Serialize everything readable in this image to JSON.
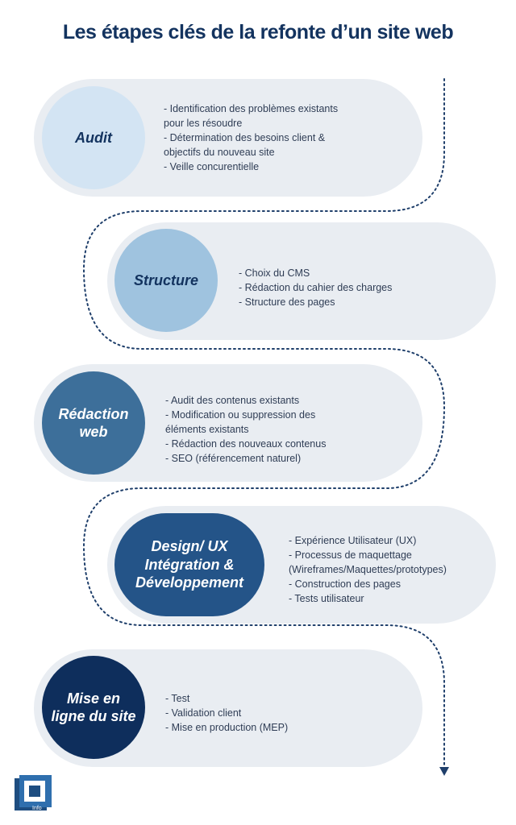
{
  "title": "Les étapes clés de la refonte d’un site web",
  "steps": [
    {
      "name": "Audit",
      "items": [
        "- Identification des problèmes existants pour les résoudre",
        "- Détermination des besoins client & objectifs du nouveau site",
        "- Veille concurentielle"
      ]
    },
    {
      "name": "Structure",
      "items": [
        "- Choix du CMS",
        "- Rédaction du cahier des charges",
        "- Structure des pages"
      ]
    },
    {
      "name": "Rédaction web",
      "items": [
        "- Audit des contenus existants",
        "- Modification ou suppression des éléments existants",
        "- Rédaction des nouveaux contenus",
        "- SEO (référencement naturel)"
      ]
    },
    {
      "name": "Design/ UX Intégration & Développement",
      "items": [
        "- Expérience Utilisateur (UX)",
        "- Processus de maquettage (Wireframes/Maquettes/prototypes)",
        "- Construction des pages",
        "- Tests utilisateur"
      ]
    },
    {
      "name": "Mise en ligne du site",
      "items": [
        "- Test",
        "- Validation client",
        "- Mise en production (MEP)"
      ]
    }
  ],
  "logo": {
    "text": "Info",
    "color": "#1e4d80"
  },
  "colors": {
    "title": "#13335f",
    "pill": "#e9edf2",
    "path": "#1f3f6b",
    "circles": [
      "#d3e4f3",
      "#9fc3df",
      "#3d6f9a",
      "#245488",
      "#0e2e5c"
    ],
    "circle_text": [
      "#13335f",
      "#13335f",
      "#ffffff",
      "#ffffff",
      "#ffffff"
    ]
  }
}
